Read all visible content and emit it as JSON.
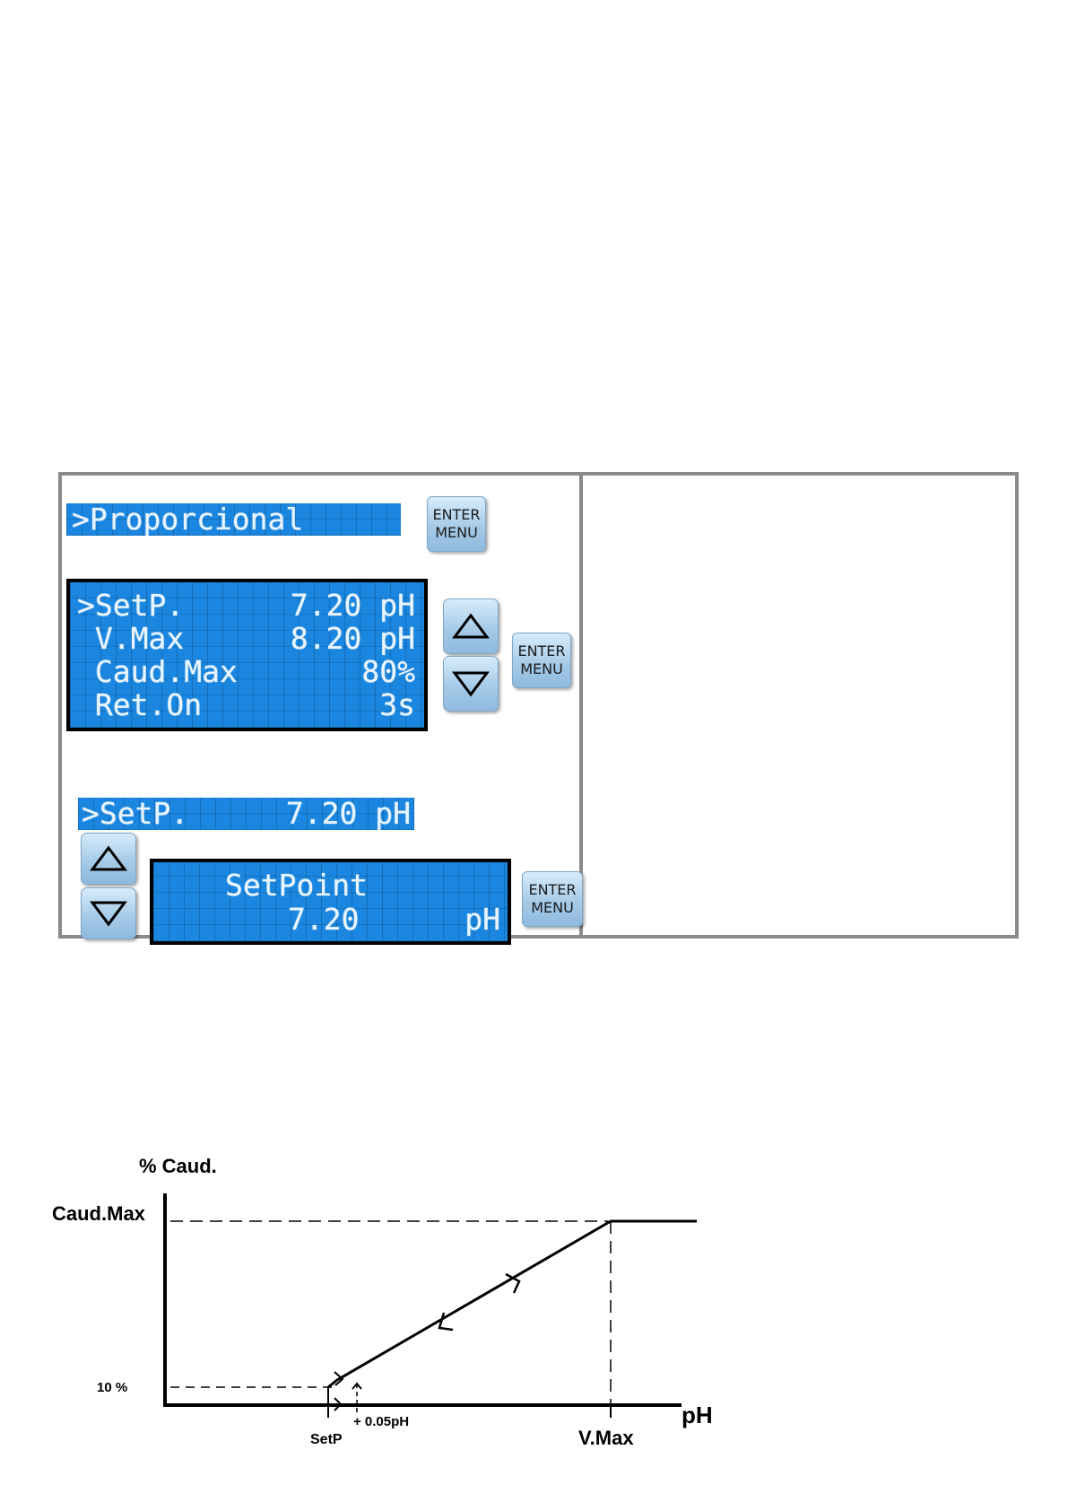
{
  "menu_header": {
    "text": ">Proporcional"
  },
  "enter_menu": {
    "line1": "ENTER",
    "line2": "MENU"
  },
  "settings_lcd": {
    "rows": [
      {
        "label": ">SetP.",
        "value": "7.20 pH"
      },
      {
        "label": " V.Max",
        "value": "8.20 pH"
      },
      {
        "label": " Caud.Max",
        "value": "80%"
      },
      {
        "label": " Ret.On",
        "value": "3s"
      }
    ]
  },
  "selected_line": {
    "label": ">SetP.",
    "value": "7.20 pH"
  },
  "setpoint_lcd": {
    "title": "SetPoint",
    "value": "7.20",
    "unit": "pH"
  },
  "graph": {
    "y_axis_title": "% Caud.",
    "y_max_label": "Caud.Max",
    "y_min_label": "10 %",
    "x_axis_title": "pH",
    "x_setp_label": "SetP",
    "x_vmax_label": "V.Max",
    "hysteresis_label": "+ 0.05pH"
  }
}
